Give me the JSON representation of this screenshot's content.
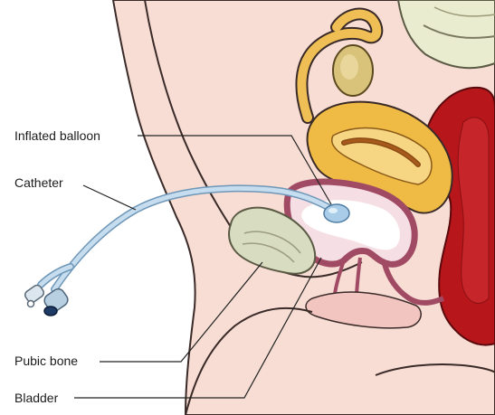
{
  "labels": {
    "inflated_balloon": "Inflated balloon",
    "catheter": "Catheter",
    "pubic_bone": "Pubic bone",
    "bladder": "Bladder"
  }
}
